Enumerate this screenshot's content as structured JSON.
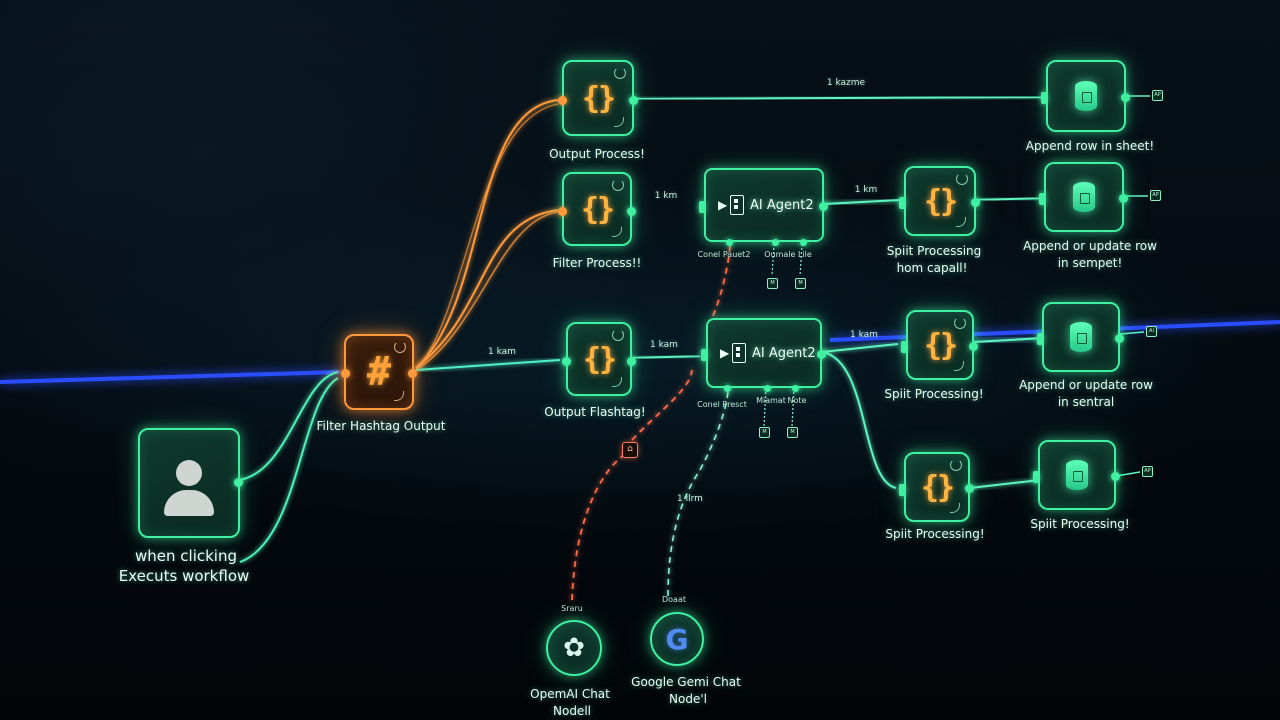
{
  "nodes": {
    "trigger": {
      "label_line1": "when clicking",
      "label_line2": "Executs workflow",
      "icon": "person-icon"
    },
    "filter_hashtag": {
      "label": "Filter Hashtag Output",
      "glyph": "#",
      "icon": "hash-icon"
    },
    "output_process": {
      "label": "Output Process!",
      "glyph": "{}"
    },
    "filter_process": {
      "label": "Filter Process!!",
      "glyph": "{}"
    },
    "output_flashtag": {
      "label": "Output Flashtag!",
      "glyph": "{}"
    },
    "agent_top": {
      "title": "AI Agent2",
      "port_left": "Conel Pauet2",
      "port_right": "Oumale Lile"
    },
    "agent_bottom": {
      "title": "AI Agent2",
      "port_left": "Conel Presct",
      "port_mid": "Miamat",
      "port_right": "Note"
    },
    "split_top": {
      "label_line1": "Spiit Processing",
      "label_line2": "hom capall!",
      "glyph": "{}"
    },
    "split_mid": {
      "label": "Spiit Processing!",
      "glyph": "{}"
    },
    "split_low": {
      "label": "Spiit Processing!",
      "glyph": "{}"
    },
    "sheet1": {
      "label": "Append row in sheet!"
    },
    "sheet2": {
      "label_line1": "Append or update row",
      "label_line2": "in sempet!"
    },
    "sheet3": {
      "label_line1": "Append or update row",
      "label_line2": "in sentral"
    },
    "sheet4": {
      "label": "Spiit Processing!"
    },
    "openai": {
      "label_line1": "OpemAI Chat",
      "label_line2": "Nodell",
      "port_label": "Sraru"
    },
    "google": {
      "label_line1": "Google Gemi Chat",
      "label_line2": "Node'l",
      "port_label": "Doaat",
      "glyph": "G"
    }
  },
  "edges": {
    "top": "1 kazme",
    "filter_to_agent": "1 km",
    "agent_to_split": "1 km",
    "hashtag_to_flashtag": "1 kam",
    "flashtag_to_agent": "1 kam",
    "agent2_to_split": "1 kam",
    "google_link": "1 ilrm"
  },
  "end_tags": {
    "tag": "AP",
    "tag2": "AP",
    "tag3": "AI",
    "tag4": "AP"
  },
  "mini": {
    "m": "M"
  },
  "colors": {
    "accent": "#3ff0a0",
    "orange": "#ff9a3c",
    "blue_beam": "#2a4dff",
    "background": "#03070b"
  }
}
